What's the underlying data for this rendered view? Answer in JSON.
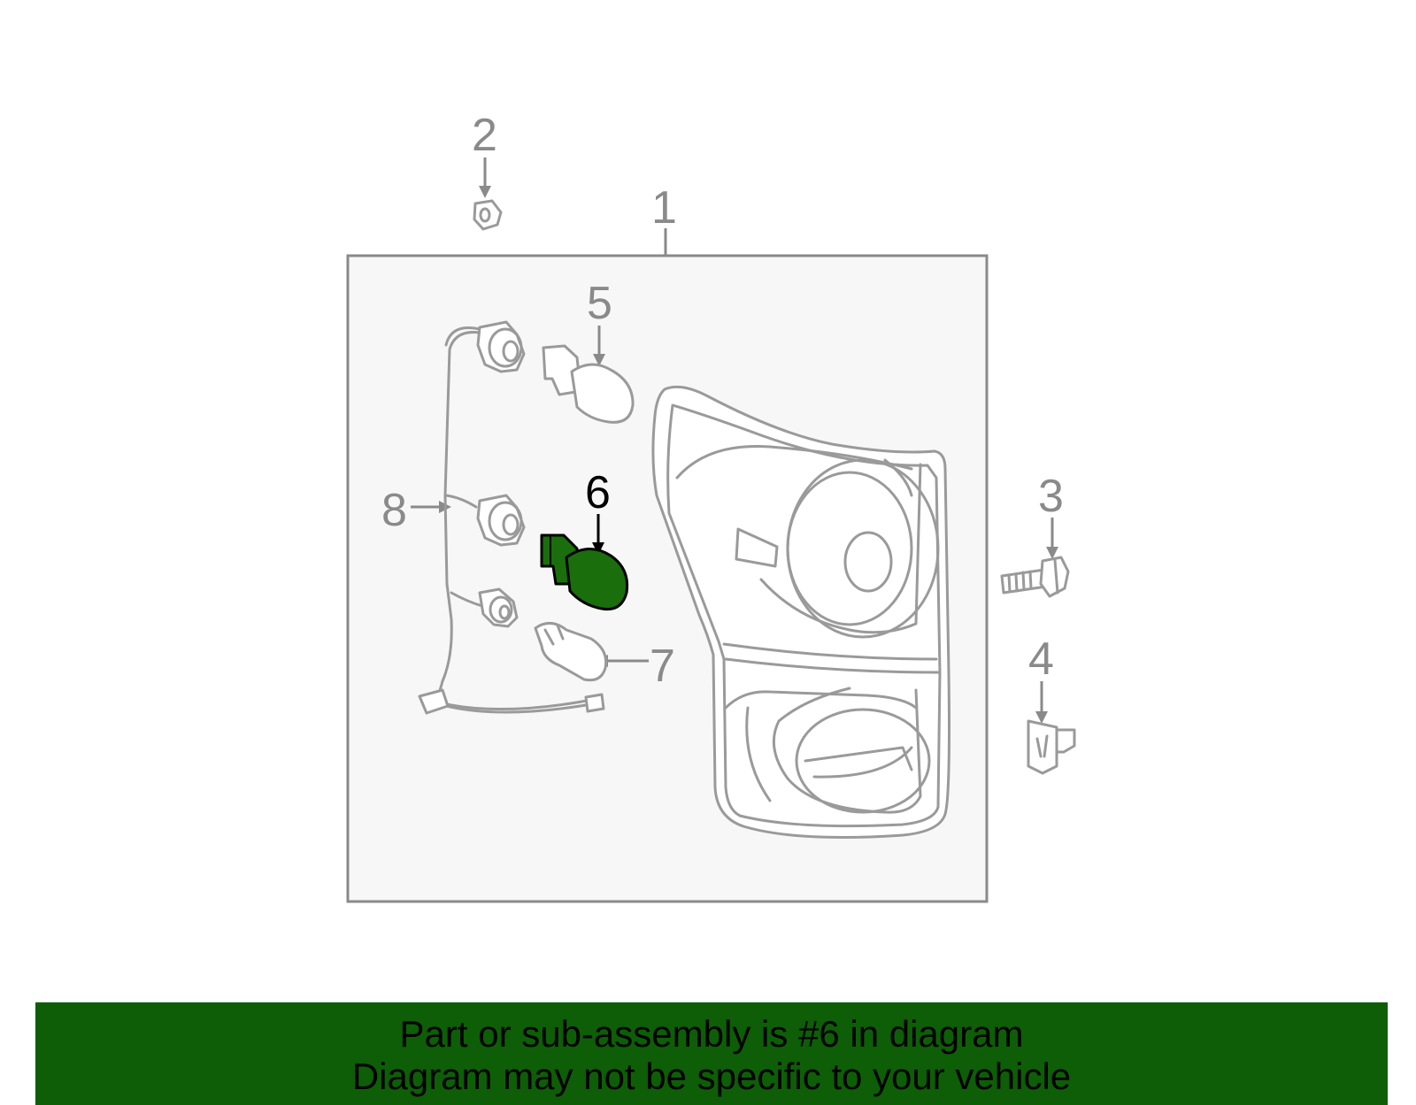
{
  "callouts": {
    "c1": "1",
    "c2": "2",
    "c3": "3",
    "c4": "4",
    "c5": "5",
    "c6": "6",
    "c7": "7",
    "c8": "8"
  },
  "highlight": {
    "part": "6",
    "color": "#1a6e0c"
  },
  "footer": {
    "line1": "Part or sub-assembly is #6 in diagram",
    "line2": "Diagram may not be specific to your vehicle"
  }
}
